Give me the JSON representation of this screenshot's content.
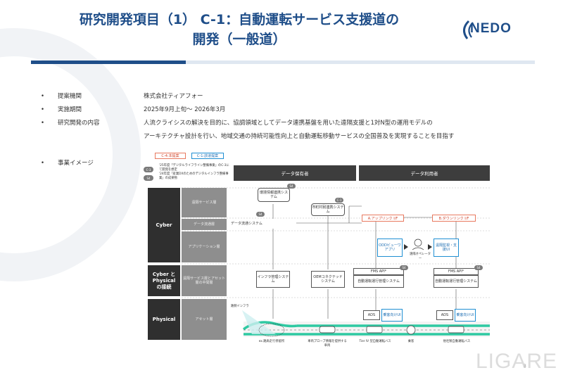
{
  "title": {
    "line1": "研究開発項目（1） C-1：自動運転サービス支援道の",
    "line2": "開発（一般道）"
  },
  "logo": {
    "text": "NEDO",
    "icon": "nedo-swoosh-icon"
  },
  "info": [
    {
      "bullet": "•",
      "label": "提案機関",
      "value": "株式会社ティアフォー"
    },
    {
      "bullet": "•",
      "label": "実施期間",
      "value": "2025年9月上旬～ 2026年3月"
    },
    {
      "bullet": "•",
      "label": "研究開発の内容",
      "value": "人流クライシスの解決を目的に、協調領域としてデータ連携基盤を用いた遠隔支援と1対N型の運用モデルの"
    },
    {
      "bullet": "",
      "label": "",
      "value": "アーキテクチャ設計を行い、地域交通の持続可能性向上と自動運転移動サービスの全国普及を実現することを目指す"
    },
    {
      "bullet": "•",
      "label": "事業イメージ",
      "value": ""
    }
  ],
  "diagram": {
    "legend": {
      "c4": "C-4:本提案",
      "c1": "C-1:該道提案"
    },
    "bubbles": {
      "c3": "C-3",
      "s4": "S4",
      "c1": "C-1"
    },
    "notes": {
      "c3": "'25年度「デジタルライフライン整備事業」のC-3にて開発を想定",
      "s4": "'24年度「産業DXのためのデジタルインフラ整備事業」の成果物"
    },
    "headers": {
      "holder": "データ保有者",
      "user": "データ利用者"
    },
    "layers": {
      "cyber": "Cyber",
      "connect_1": "Cyber と",
      "connect_2": "Physical",
      "connect_3": "の接続",
      "physical": "Physical"
    },
    "sublayers": {
      "remote": "遠隔サービス層",
      "data": "データ流通層",
      "app": "アプリケーション層",
      "remote_asset": "遠隔サービス層とアセット層の中間層",
      "asset": "アセット層"
    },
    "boxes": {
      "env": "環境情報連携システム",
      "distrib": "データ流通システム",
      "pref": "市町村耐連携システム",
      "uplink": "A.アップリンク I/F",
      "downlink": "B.ダウンリンク I/F",
      "odd": "ODDビューワアプリ",
      "operator": "遠隔オペレーター",
      "remote_ui": "遠隔監視・支援UI",
      "infra": "インフラ管理システム",
      "oem": "OEMコネクテッドシステム",
      "fms1_api": "FMS API*",
      "fms1": "自動運転運行管理システム",
      "fms2_api": "FMS API*",
      "fms2": "自動運転運行管理システム",
      "ads1": "ADS",
      "ui1": "乗客向けUI",
      "ads2": "ADS",
      "ui2": "乗客向けUI",
      "sensor": "路側インフラ"
    },
    "captions": {
      "bus_stop": "ex.路肩走行停留所",
      "probe_car": "車両プローブ情報を提供する車両",
      "tier4_bus": "Tier IV 型自動運転バス",
      "passenger": "乗客",
      "other_bus": "他社製自動運転バス"
    }
  },
  "watermark": "LIGARE",
  "page_number": "3",
  "colors": {
    "title": "#1f4e89",
    "accent_red": "#e8795f",
    "accent_blue": "#1f8fd3",
    "road_green": "#2ec9a2"
  }
}
